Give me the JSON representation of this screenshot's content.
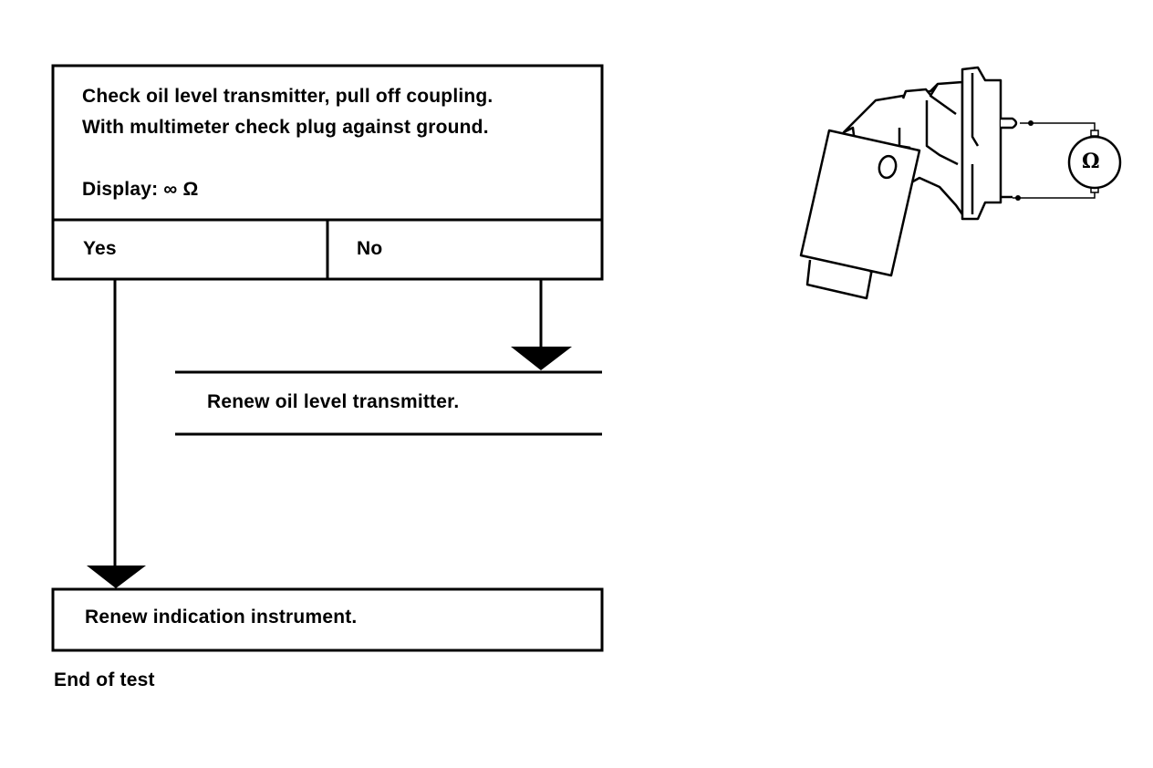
{
  "flowchart": {
    "check_step": {
      "line1": "Check oil level transmitter, pull off coupling.",
      "line2": "With multimeter check plug against ground.",
      "display_label": "Display: ∞ Ω"
    },
    "branches": {
      "yes_label": "Yes",
      "no_label": "No"
    },
    "no_action": "Renew oil level transmitter.",
    "yes_action": "Renew indication instrument.",
    "end_label": "End of test"
  },
  "illustration": {
    "meter_symbol": "Ω",
    "description": "oil-level-transmitter-with-ohmmeter"
  }
}
